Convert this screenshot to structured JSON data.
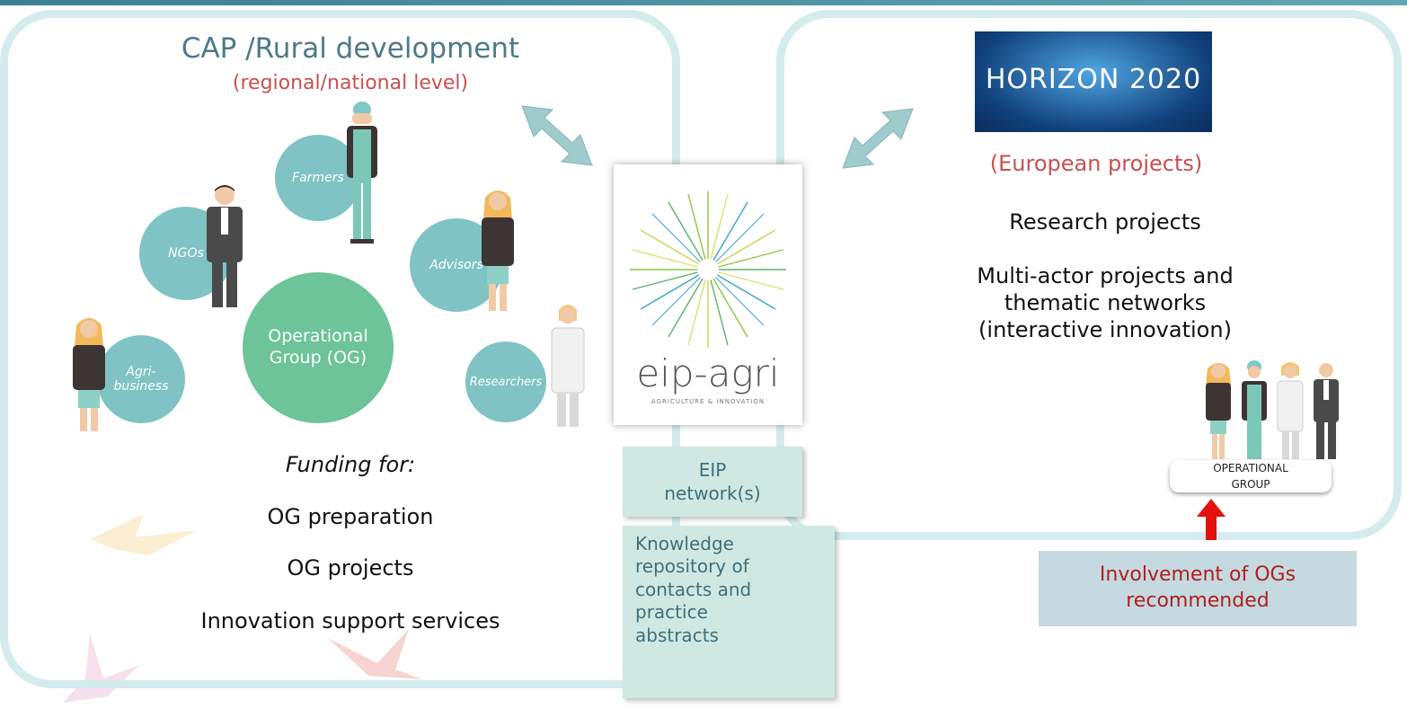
{
  "left_panel": {
    "title": "CAP /Rural development",
    "subtitle": "(regional/national level)",
    "actors": {
      "farmers": "Farmers",
      "ngos": "NGOs",
      "advisors": "Advisors",
      "agribusiness": "Agri-\nbusiness",
      "researchers": "Researchers"
    },
    "og_circle": "Operational\nGroup (OG)",
    "funding_heading": "Funding for:",
    "funding_items": [
      "OG preparation",
      "OG projects",
      "Innovation support services"
    ]
  },
  "center": {
    "logo_text": "eip-agri",
    "logo_tagline": "AGRICULTURE & INNOVATION",
    "eip_network": "EIP\nnetwork(s)",
    "knowledge": "Knowledge\nrepository of\ncontacts and\npractice\nabstracts"
  },
  "right_panel": {
    "logo_text": "HORIZON 2020",
    "subtitle": "(European projects)",
    "research": "Research projects",
    "multiactor": "Multi-actor projects and\nthematic networks\n(interactive innovation)",
    "og_label": "OPERATIONAL\nGROUP",
    "involvement": "Involvement of OGs\nrecommended"
  },
  "colors": {
    "panel_border": "#d4eced",
    "actor_circle": "#7fc3c5",
    "og_circle": "#6cc498",
    "subtitle_red": "#c8504f",
    "title_teal": "#4d7a87",
    "info_box": "#cfe9e2",
    "involve_box": "#c5d9e0",
    "involve_text": "#b01e1e"
  }
}
